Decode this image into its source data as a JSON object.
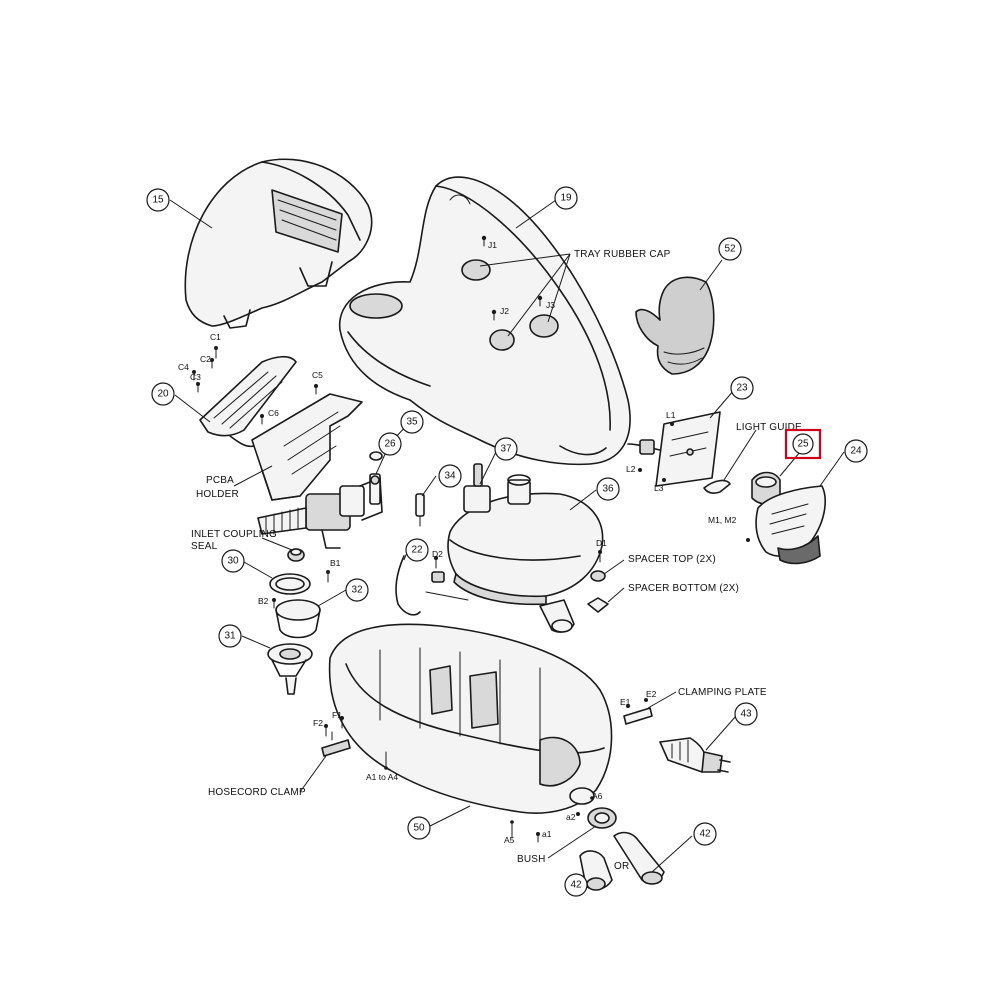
{
  "callouts": {
    "c15": "15",
    "c19": "19",
    "c52": "52",
    "c20": "20",
    "c35": "35",
    "c26": "26",
    "c37": "37",
    "c34": "34",
    "c36": "36",
    "c23": "23",
    "c25": "25",
    "c24": "24",
    "c30": "30",
    "c32": "32",
    "c31": "31",
    "c22": "22",
    "c43": "43",
    "c50": "50",
    "c42a": "42",
    "c42b": "42"
  },
  "labels": {
    "tray_rubber_cap": "TRAY RUBBER CAP",
    "light_guide": "LIGHT GUIDE",
    "pcba_holder_line1": "PCBA",
    "pcba_holder_line2": "HOLDER",
    "inlet_coupling_line1": "INLET COUPLING",
    "inlet_coupling_line2": "SEAL",
    "spacer_top": "SPACER TOP (2X)",
    "spacer_bottom": "SPACER BOTTOM (2X)",
    "clamping_plate": "CLAMPING PLATE",
    "hosecord_clamp": "HOSECORD CLAMP",
    "bush": "BUSH",
    "or": "OR"
  },
  "small_labels": {
    "c1": "C1",
    "c2": "C2",
    "c3": "C3",
    "c4": "C4",
    "c5": "C5",
    "c6": "C6",
    "j1": "J1",
    "j2": "J2",
    "j3": "J3",
    "l1": "L1",
    "l2": "L2",
    "l3": "L3",
    "m1m2": "M1, M2",
    "b1": "B1",
    "b2": "B2",
    "d1": "D1",
    "d2": "D2",
    "e1": "E1",
    "e2": "E2",
    "f1": "F1",
    "f2": "F2",
    "a1to4": "A1 to A4",
    "a5": "A5",
    "a6": "A6",
    "a1s": "a1",
    "a2s": "a2"
  },
  "highlight": {
    "target_callout": "25",
    "color": "#d0021b"
  }
}
